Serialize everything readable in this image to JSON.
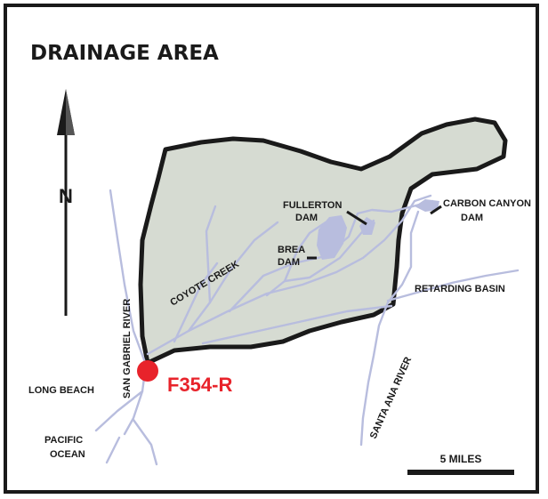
{
  "map": {
    "title": "DRAINAGE AREA",
    "station_label": "F354-R",
    "scale_label": "5 MILES",
    "colors": {
      "basin_fill": "#d6dbd2",
      "basin_border": "#1a1a1a",
      "rivers": "#b8bdde",
      "station_marker": "#e8232b",
      "station_text": "#e8232b"
    },
    "labels": {
      "fullerton_dam_line1": "FULLERTON",
      "fullerton_dam_line2": "DAM",
      "carbon_canyon_line1": "CARBON CANYON",
      "carbon_canyon_line2": "DAM",
      "brea_dam_line1": "BREA",
      "brea_dam_line2": "DAM",
      "coyote_creek": "COYOTE CREEK",
      "retarding_basin": "RETARDING BASIN",
      "san_gabriel_river": "SAN GABRIEL RIVER",
      "santa_ana_river": "SANTA ANA RIVER",
      "long_beach": "LONG BEACH",
      "pacific_line1": "PACIFIC",
      "pacific_line2": "OCEAN",
      "north": "N"
    },
    "icons": [
      "north-arrow-icon",
      "station-marker-icon",
      "scale-bar-icon"
    ]
  }
}
